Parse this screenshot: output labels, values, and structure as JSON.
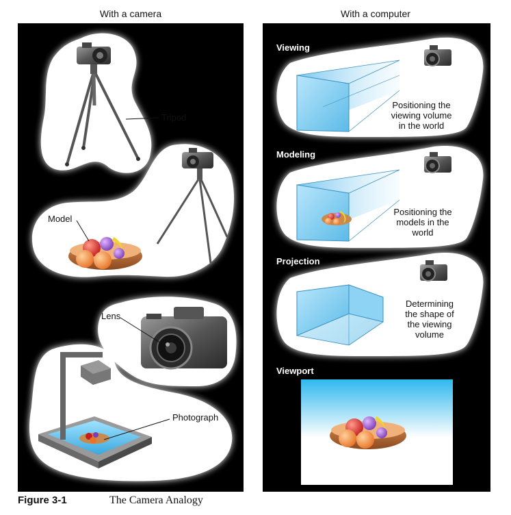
{
  "columns": {
    "left_title": "With a camera",
    "right_title": "With a computer"
  },
  "left": {
    "tripod_label": "Tripod",
    "model_label": "Model",
    "lens_label": "Lens",
    "photograph_label": "Photograph"
  },
  "right": {
    "viewing": {
      "title": "Viewing",
      "desc": [
        "Positioning the",
        "viewing volume",
        "in the world"
      ]
    },
    "modeling": {
      "title": "Modeling",
      "desc": [
        "Positioning the",
        "models in the",
        "world"
      ]
    },
    "projection": {
      "title": "Projection",
      "desc": [
        "Determining",
        "the shape of",
        "the viewing",
        "volume"
      ]
    },
    "viewport": {
      "title": "Viewport"
    }
  },
  "caption": {
    "number": "Figure 3-1",
    "text": "The Camera Analogy"
  },
  "colors": {
    "panel": "#000000",
    "blob": "#ffffff",
    "volume_blue": "#66c2ec",
    "viewport_top": "#2fb8ee"
  }
}
